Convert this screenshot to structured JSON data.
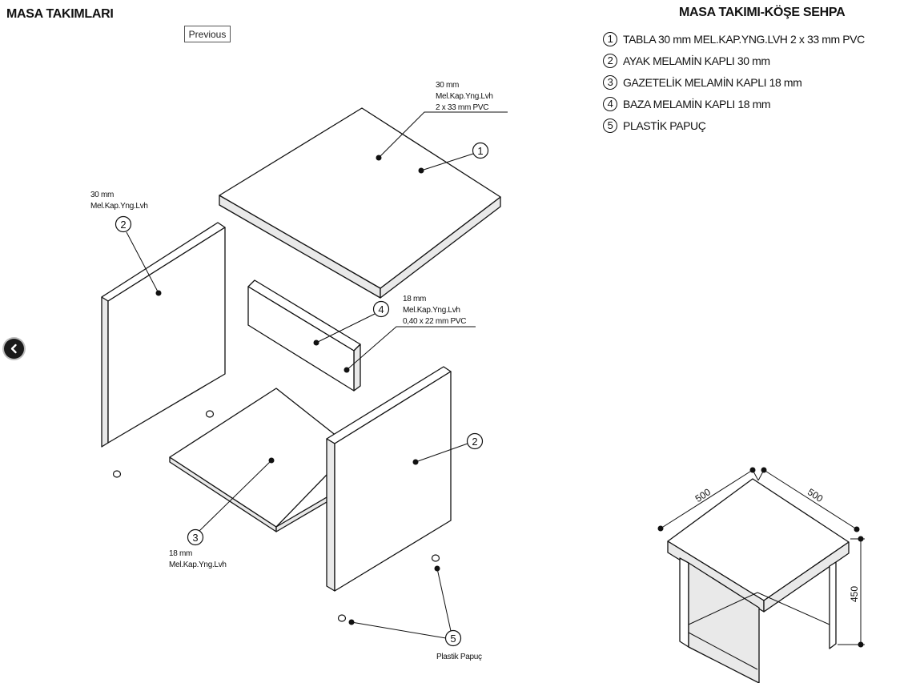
{
  "page": {
    "title": "MASA TAKIMLARI",
    "previous_label": "Previous"
  },
  "nav": {
    "back_icon": "chevron-left-icon"
  },
  "legend": {
    "title": "MASA TAKIMI-KÖŞE SEHPA",
    "items": [
      {
        "num": "1",
        "text": "TABLA 30 mm MEL.KAP.YNG.LVH  2 x 33 mm PVC"
      },
      {
        "num": "2",
        "text": "AYAK MELAMİN KAPLI 30 mm"
      },
      {
        "num": "3",
        "text": "GAZETELİK MELAMİN KAPLI 18 mm"
      },
      {
        "num": "4",
        "text": "BAZA MELAMİN KAPLI 18 mm"
      },
      {
        "num": "5",
        "text": "PLASTİK PAPUÇ"
      }
    ]
  },
  "annotations": {
    "top": [
      "30 mm",
      "Mel.Kap.Yng.Lvh",
      "2 x 33 mm PVC"
    ],
    "left_leg": [
      "30 mm",
      "Mel.Kap.Yng.Lvh"
    ],
    "baza": [
      "18 mm",
      "Mel.Kap.Yng.Lvh",
      "0,40 x 22 mm PVC"
    ],
    "shelf": [
      "18 mm",
      "Mel.Kap.Yng.Lvh"
    ],
    "foot": "Plastik Papuç"
  },
  "callouts": {
    "c1": "1",
    "c2a": "2",
    "c2b": "2",
    "c3": "3",
    "c4": "4",
    "c5": "5"
  },
  "dimensions": {
    "width": "500",
    "depth": "500",
    "height": "450"
  }
}
